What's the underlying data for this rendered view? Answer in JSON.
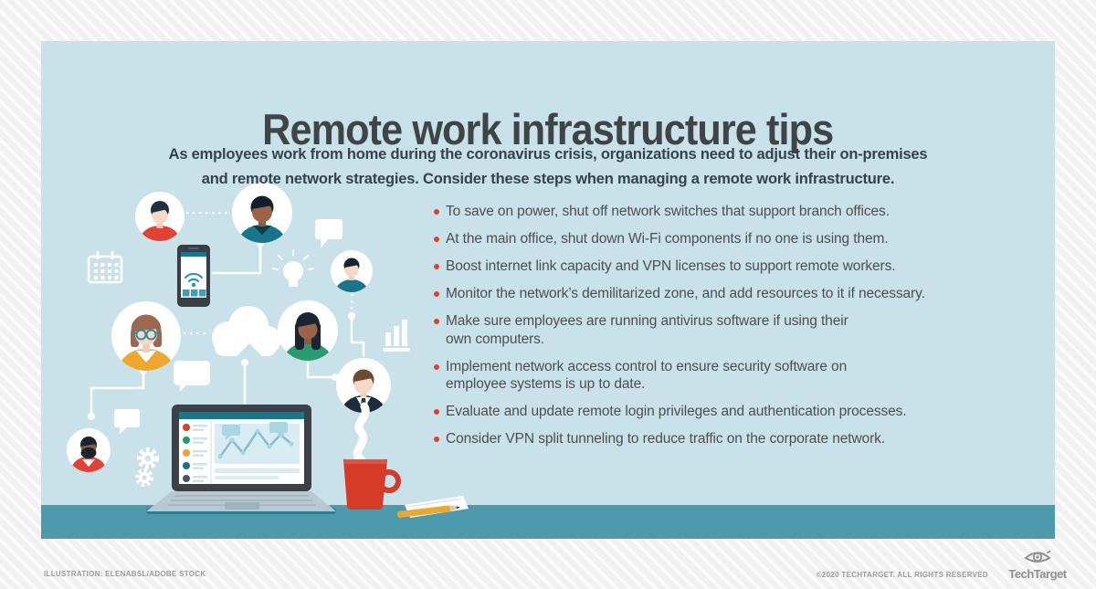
{
  "header": {
    "title": "Remote work infrastructure tips",
    "subtitle": "As employees work from home during the coronavirus crisis, organizations need to adjust their on-premises\nand remote network strategies. Consider these steps when managing a remote work infrastructure."
  },
  "tips": [
    "To save on power, shut off network switches that support branch offices.",
    "At the main office, shut down Wi-Fi components if no one is using them.",
    "Boost internet link capacity and VPN licenses to support remote workers.",
    "Monitor the network’s demilitarized zone, and add resources to it if necessary.",
    "Make sure employees are running antivirus software if using their\nown computers.",
    "Implement network access control to ensure security software on\nemployee systems is up to date.",
    "Evaluate and update remote login privileges and authentication processes.",
    "Consider VPN split tunneling to reduce traffic on the corporate network."
  ],
  "footer": {
    "credit": "ILLUSTRATION: ELENABSL/ADOBE STOCK",
    "copyright": "©2020 TECHTARGET. ALL RIGHTS RESERVED",
    "brand": "TechTarget"
  },
  "colors": {
    "panel_bg": "#c9e2e9",
    "desk": "#4d9aad",
    "bullet": "#e2402e",
    "title_text": "#3e4448",
    "body_text": "#4c4e50",
    "teal_accent": "#19768a",
    "red_accent": "#d63a28",
    "yellow_accent": "#efa82e",
    "green_accent": "#279c71"
  },
  "illustration": {
    "icons": [
      "calendar-icon",
      "smartphone-icon",
      "wifi-icon",
      "speech-bubble-icon",
      "lightbulb-icon",
      "cloud-icon",
      "bar-chart-icon",
      "gears-icon",
      "laptop-icon",
      "dashboard-chart-icon",
      "coffee-mug-icon",
      "steam-icon",
      "pencil-icon",
      "notepad-icon"
    ],
    "avatars": [
      "person-red-shirt",
      "man-teal-shirt",
      "man-teal-tee",
      "woman-glasses-yellow-sweater",
      "woman-green-top",
      "man-in-suit",
      "man-beard-red-shirt"
    ]
  }
}
